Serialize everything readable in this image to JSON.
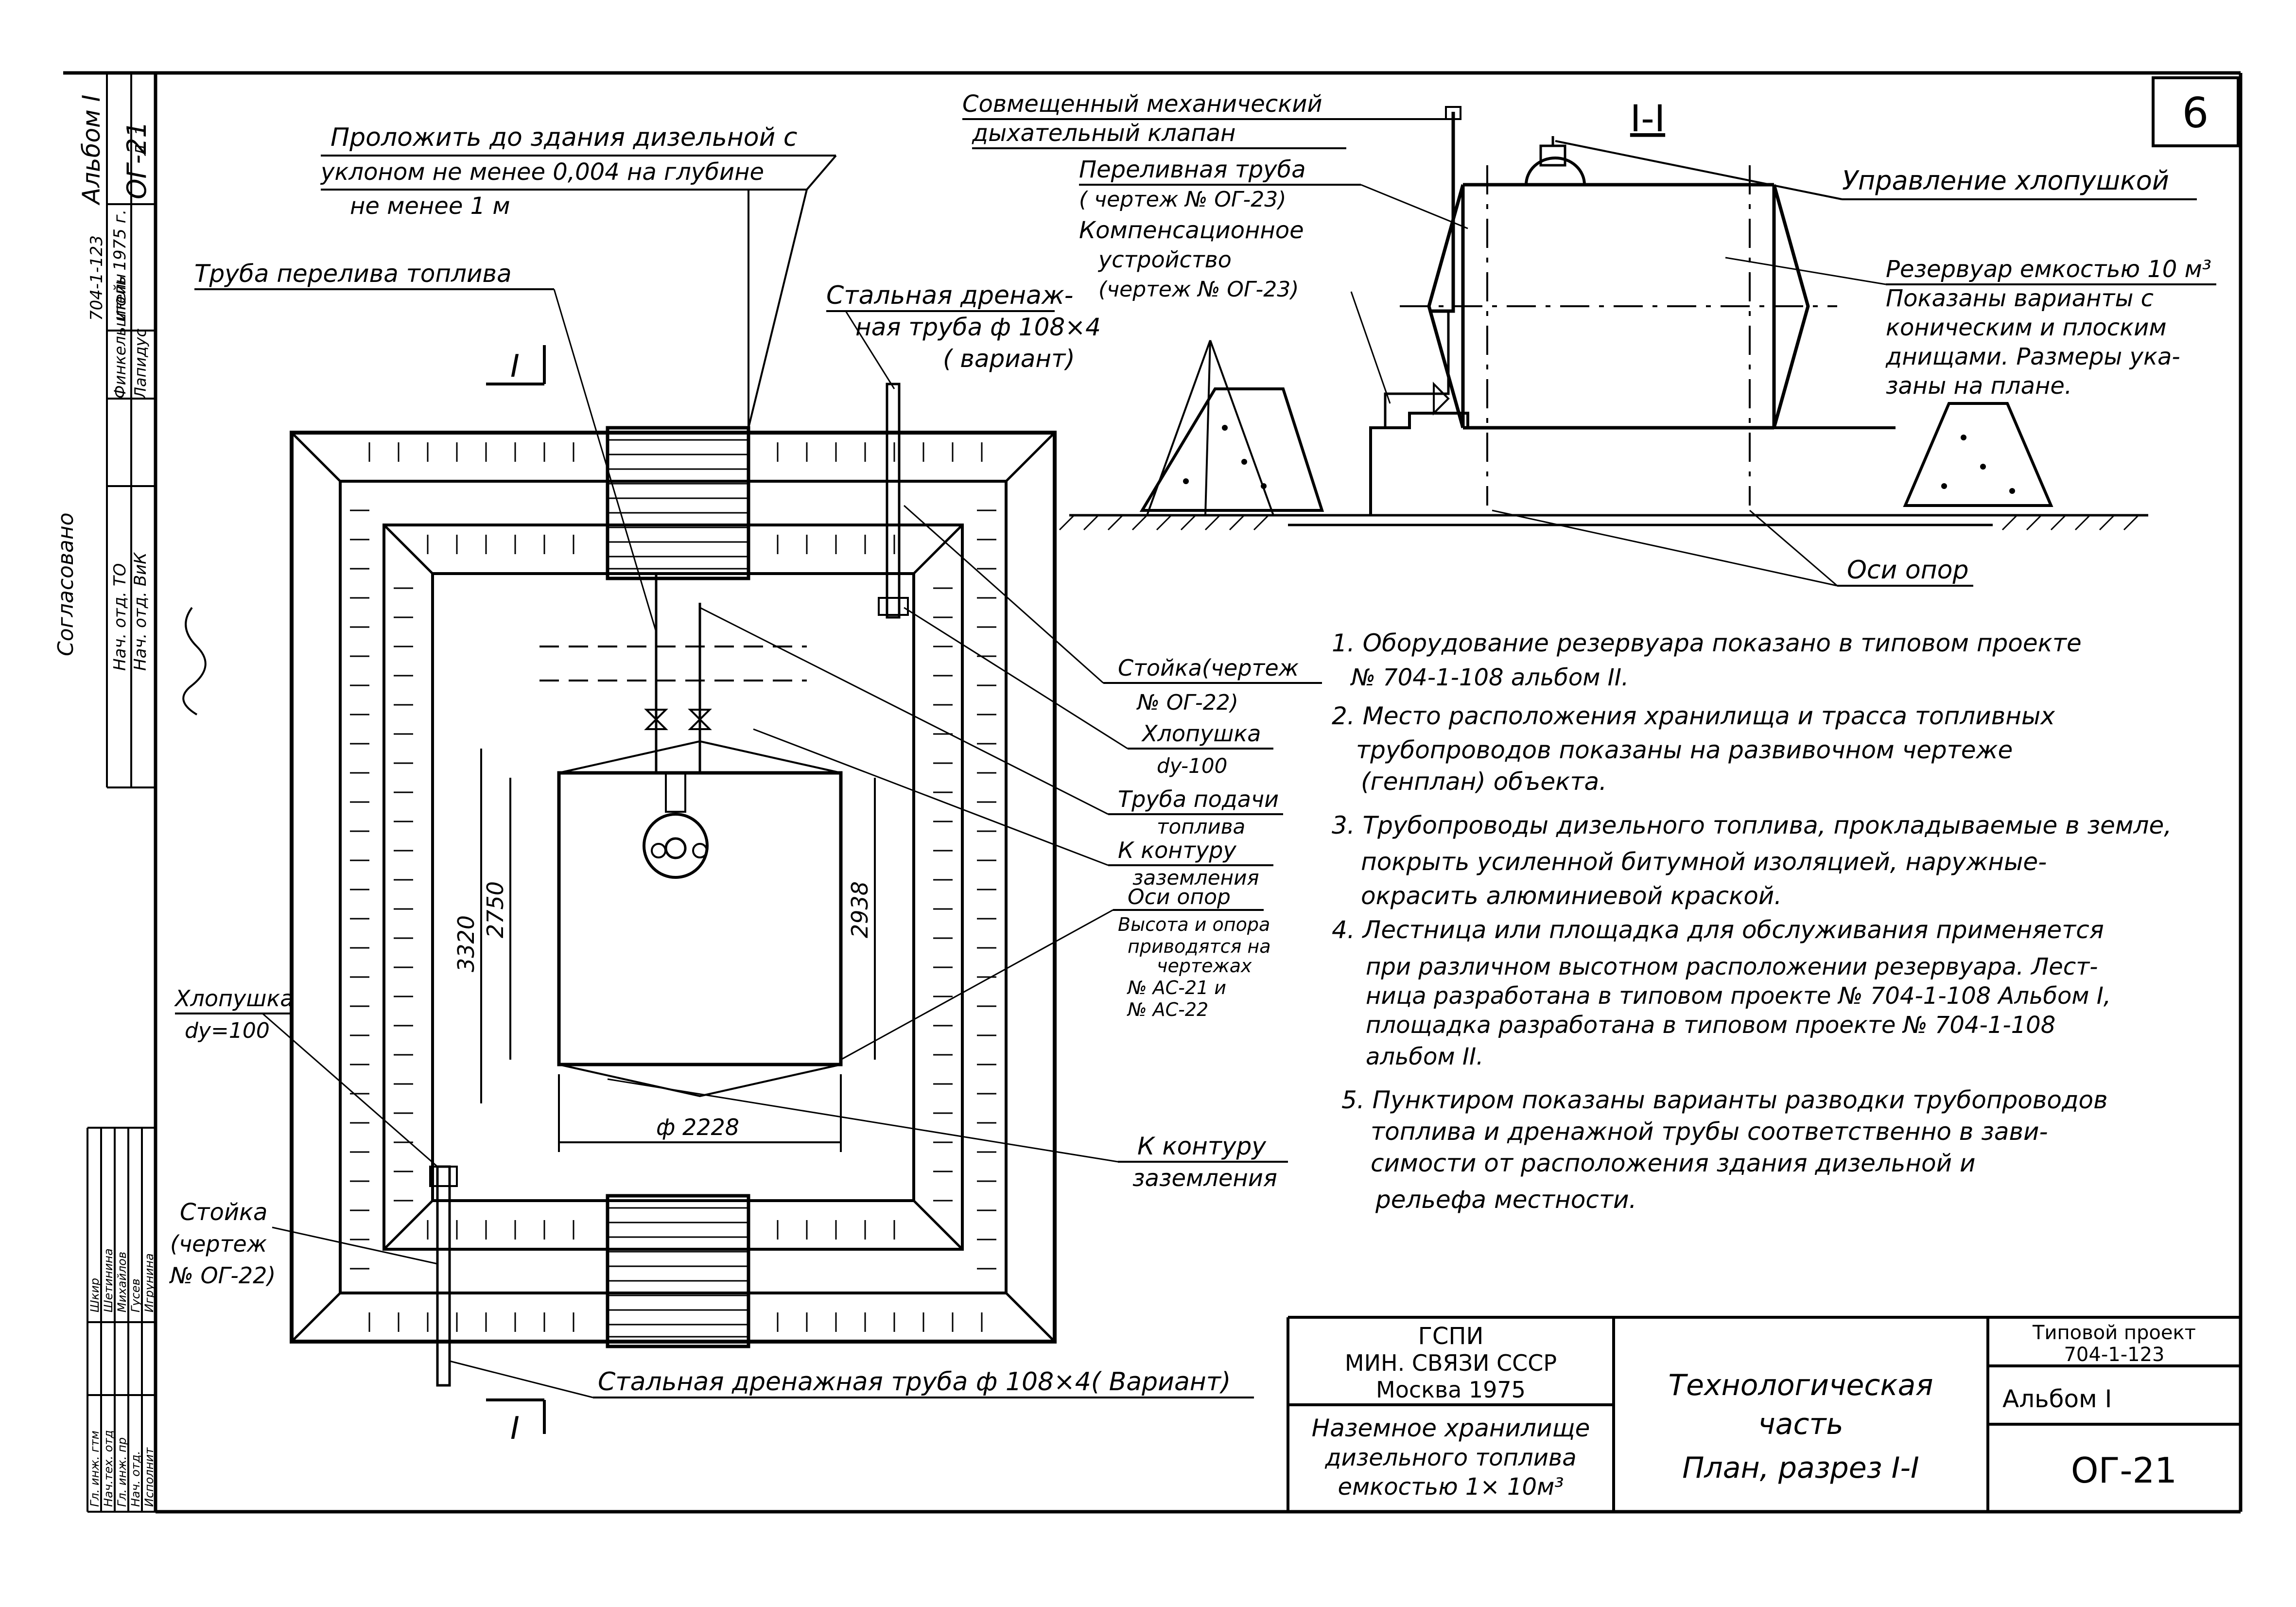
{
  "sheet_number": "6",
  "side_stamp": {
    "album": "Альбом I",
    "project": "704-1-123",
    "code": "ОГ-21",
    "agreed": "Согласовано",
    "dept_heads": [
      "Нач. отд. ТО",
      "Нач. отд. ВиК"
    ],
    "dept_names": [
      "Финкельштейн",
      "Лапидус"
    ],
    "date": "июль 1975 г.",
    "sheet": "Л. 1"
  },
  "section": {
    "title": "I-I",
    "breather_valve": [
      "Совмещенный механический",
      "дыхательный клапан"
    ],
    "overflow_pipe": [
      "Переливная труба",
      "( чертеж № ОГ-23)"
    ],
    "compensator": [
      "Компенсационное",
      "устройство",
      "(чертеж № ОГ-23)"
    ],
    "flap_control": "Управление хлопушкой",
    "tank_note": [
      "Резервуар емкостью 10 м³",
      "Показаны варианты с",
      "коническим и плоским",
      "днищами. Размеры ука-",
      "заны на плане."
    ],
    "support_axes": "Оси опор"
  },
  "plan": {
    "route_note": [
      "Проложить до здания дизельной с",
      "уклоном не менее 0,004 на глубине",
      "не менее 1 м"
    ],
    "overflow_fuel_pipe": "Труба перелива топлива",
    "drain_pipe_variant": [
      "Стальная дренаж-",
      "ная труба ф 108×4",
      "( вариант)"
    ],
    "rack_top": [
      "Стойка(чертеж",
      "№ ОГ-22)"
    ],
    "flap_top": [
      "Хлопушка",
      "dy-100"
    ],
    "feed_pipe": [
      "Труба подачи",
      "топлива"
    ],
    "grounding_top": [
      "К контуру",
      "заземления"
    ],
    "axes": "Оси опор",
    "height_note": [
      "Высота и опора",
      "приводятся на",
      "чертежах",
      "№ АС-21 и",
      "№ АС-22"
    ],
    "flap_left": [
      "Хлопушка",
      "dy=100"
    ],
    "rack_left": [
      "Стойка",
      "(чертеж",
      "№ ОГ-22)"
    ],
    "grounding_bottom": [
      "К контуру",
      "заземления"
    ],
    "drain_pipe_bottom": "Стальная дренажная труба ф 108×4( Вариант)",
    "dimensions": {
      "d1": "3320",
      "d2": "2750",
      "d3": "2938",
      "diameter": "ф 2228"
    },
    "section_mark": "I"
  },
  "notes": [
    [
      "1. Оборудование резервуара показано в типовом проекте",
      "№ 704-1-108          альбом II."
    ],
    [
      "2. Место расположения хранилища и трасса топливных",
      "трубопроводов показаны на развивочном чертеже",
      "(генплан) объекта."
    ],
    [
      "3. Трубопроводы дизельного топлива, прокладываемые в земле,",
      "покрыть усиленной битумной изоляцией, наружные-",
      "окрасить алюминиевой краской."
    ],
    [
      "4. Лестница или площадка для обслуживания применяется",
      "при различном высотном расположении резервуара. Лест-",
      "ница разработана в типовом проекте № 704-1-108 Альбом I,",
      "площадка разработана в типовом проекте № 704-1-108",
      "альбом II."
    ],
    [
      "5. Пунктиром показаны варианты разводки трубопроводов",
      "топлива и дренажной трубы соответственно в зави-",
      "симости от расположения здания дизельной и",
      "рельефа   местности."
    ]
  ],
  "title_block": {
    "org": [
      "ГСПИ",
      "МИН. СВЯЗИ СССР",
      "Москва 1975"
    ],
    "object": [
      "Наземное хранилище",
      "дизельного топлива",
      "емкостью 1× 10м³"
    ],
    "title": [
      "Технологическая",
      "часть",
      "План, разрез I-I"
    ],
    "project_label": "Типовой проект",
    "project_number": "704-1-123",
    "album": "Альбом I",
    "sheet_code": "ОГ-21"
  },
  "sign_table": {
    "roles": [
      "Гл. инж. гтм",
      "Нач.тех. отд",
      "Гл. инж. пр",
      "Нач. отд.",
      "Исполнит"
    ],
    "names": [
      "Шкир",
      "Шетинина",
      "Михайлов",
      "Гусев",
      "Игрунина"
    ]
  }
}
